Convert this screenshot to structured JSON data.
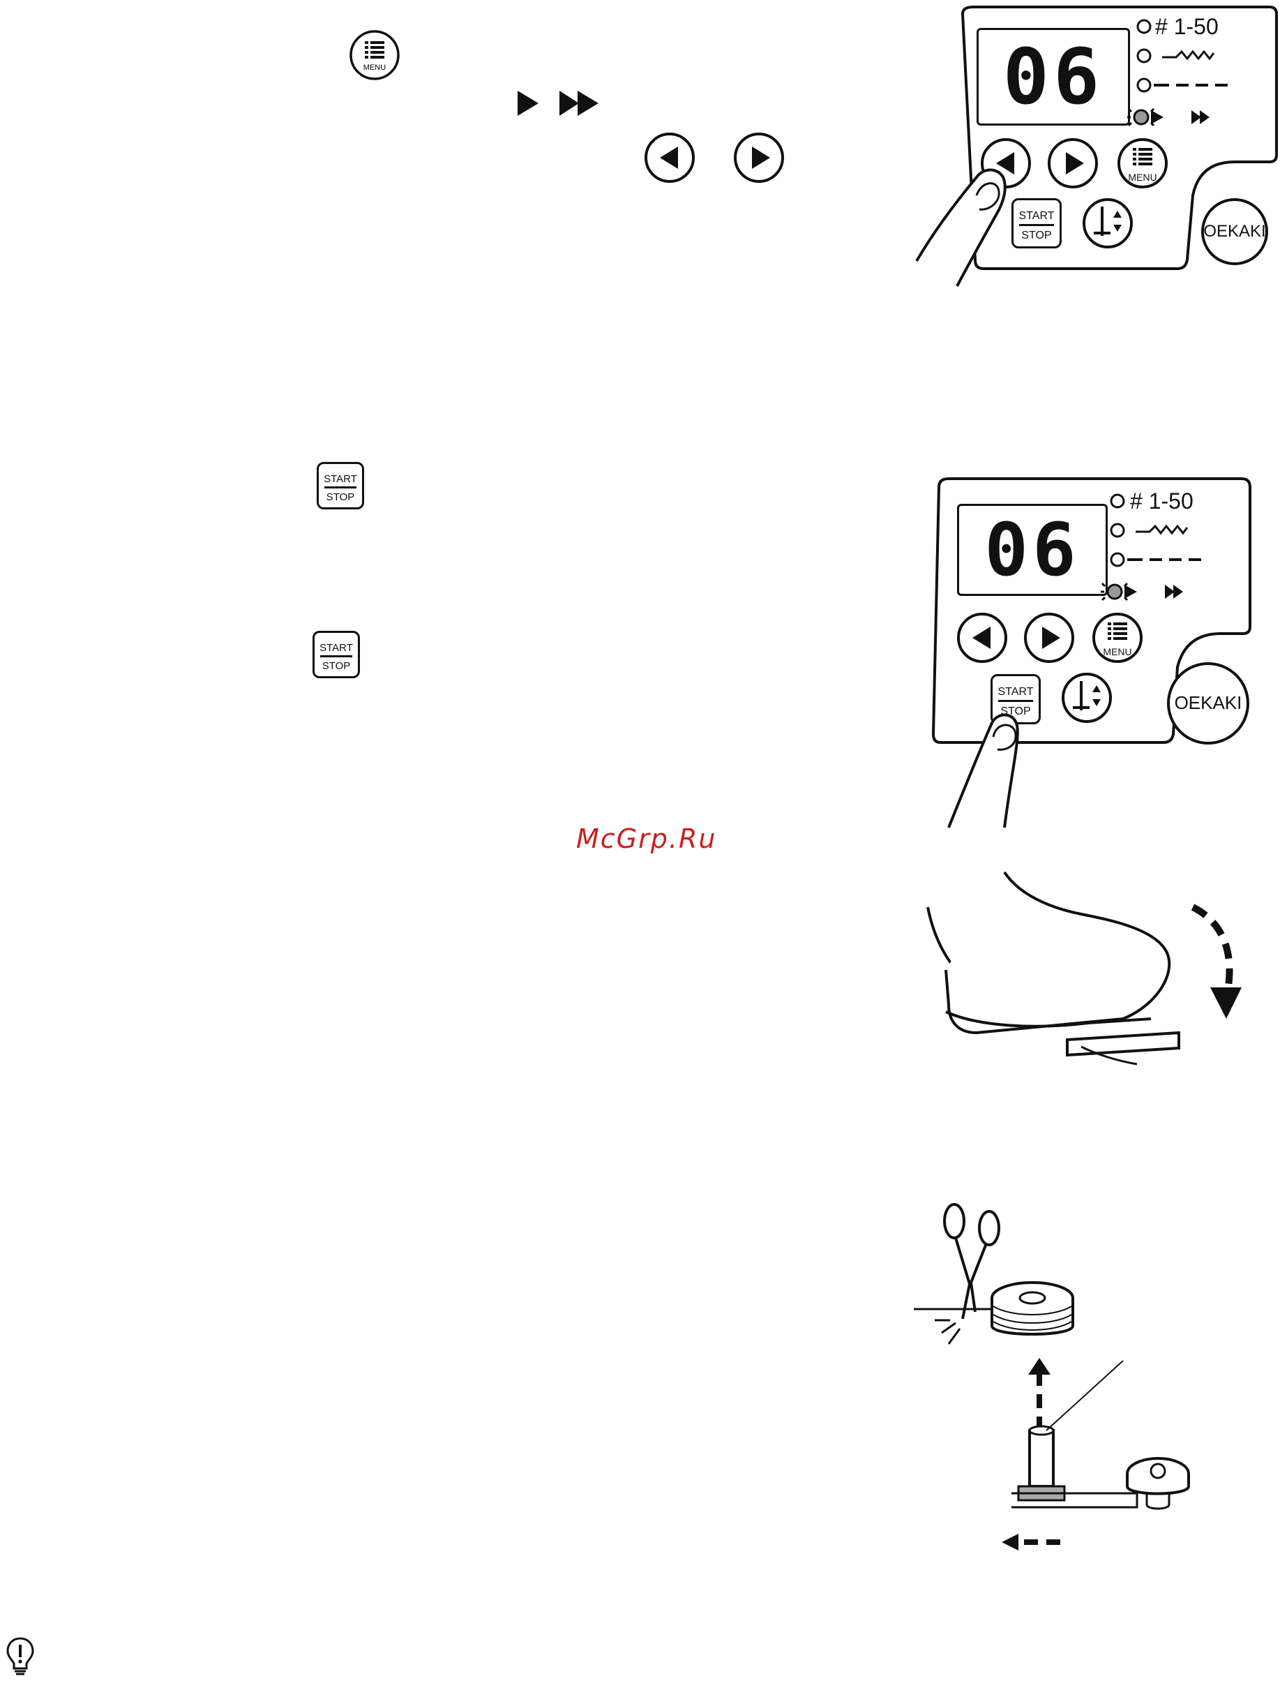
{
  "inline_icons": {
    "menu_icon_label": "MENU",
    "startstop_1": {
      "top": "START",
      "bottom": "STOP"
    },
    "startstop_2": {
      "top": "START",
      "bottom": "STOP"
    }
  },
  "panel_1": {
    "display_value": "06",
    "indicators": [
      "# 1-50"
    ],
    "menu_label": "MENU",
    "start_label": "START",
    "stop_label": "STOP",
    "oekaki_label": "OEKAKI"
  },
  "panel_2": {
    "display_value": "06",
    "indicators": [
      "# 1-50"
    ],
    "menu_label": "MENU",
    "start_label": "START",
    "stop_label": "STOP",
    "oekaki_label": "OEKAKI"
  },
  "watermark": "McGrp.Ru"
}
